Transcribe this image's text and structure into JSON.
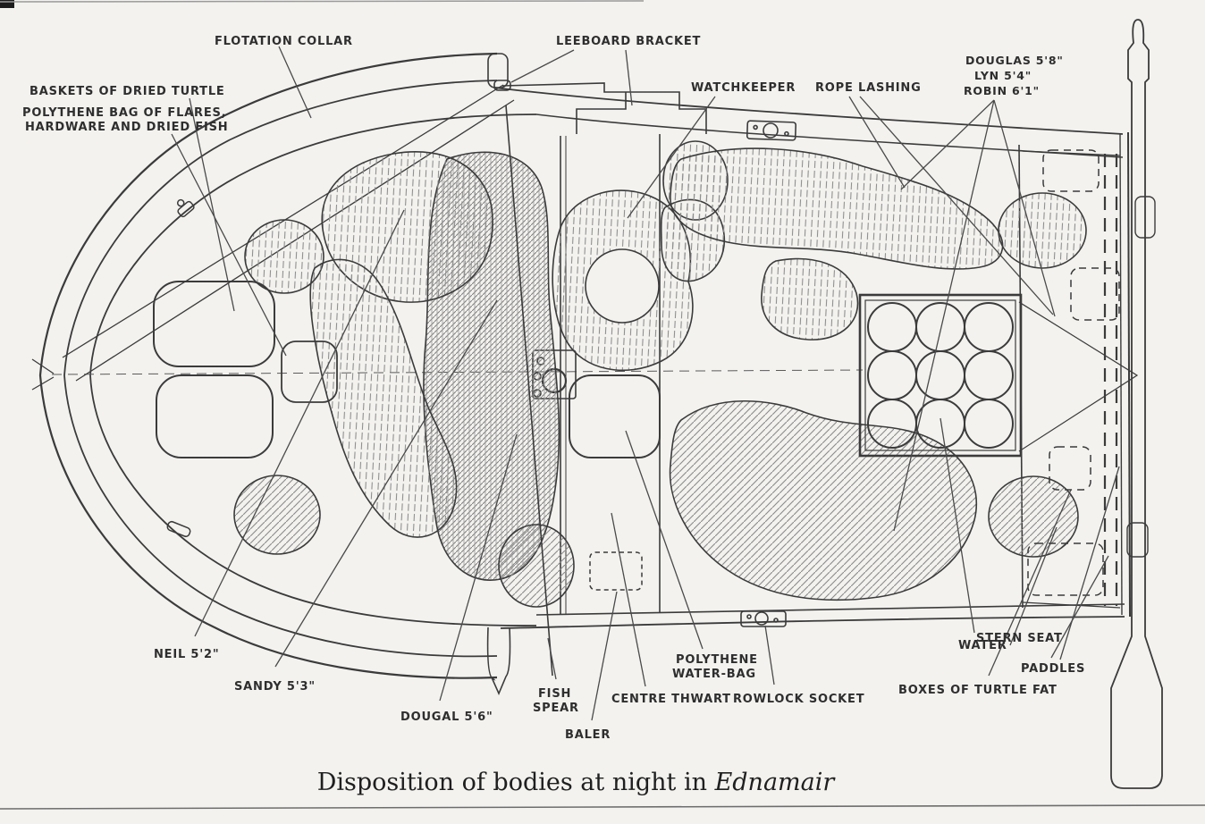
{
  "figure": {
    "caption_main": "Disposition of bodies at night in ",
    "caption_vessel": "Ednamair"
  },
  "labels": {
    "flotation_collar": "FLOTATION COLLAR",
    "baskets_dried_turtle": "BASKETS OF DRIED TURTLE",
    "polythene_bag_line1": "POLYTHENE BAG OF FLARES,",
    "polythene_bag_line2": "HARDWARE AND DRIED FISH",
    "leeboard_bracket": "LEEBOARD BRACKET",
    "watchkeeper": "WATCHKEEPER",
    "rope_lashing": "ROPE LASHING",
    "douglas": "DOUGLAS 5'8\"",
    "lyn": "LYN 5'4\"",
    "robin": "ROBIN 6'1\"",
    "neil": "NEIL 5'2\"",
    "sandy": "SANDY 5'3\"",
    "dougal": "DOUGAL 5'6\"",
    "fish_spear_line1": "FISH",
    "fish_spear_line2": "SPEAR",
    "centre_thwart": "CENTRE THWART",
    "baler": "BALER",
    "water_bag_line1": "POLYTHENE",
    "water_bag_line2": "WATER-BAG",
    "rowlock_socket": "ROWLOCK SOCKET",
    "water": "WATER",
    "boxes_turtle_fat": "BOXES OF TURTLE FAT",
    "stern_seat": "STERN SEAT",
    "paddles": "PADDLES"
  },
  "colors": {
    "paper": "#f3f2ef",
    "ink": "#3b3b3b",
    "hatch": "#8e8e8e"
  }
}
